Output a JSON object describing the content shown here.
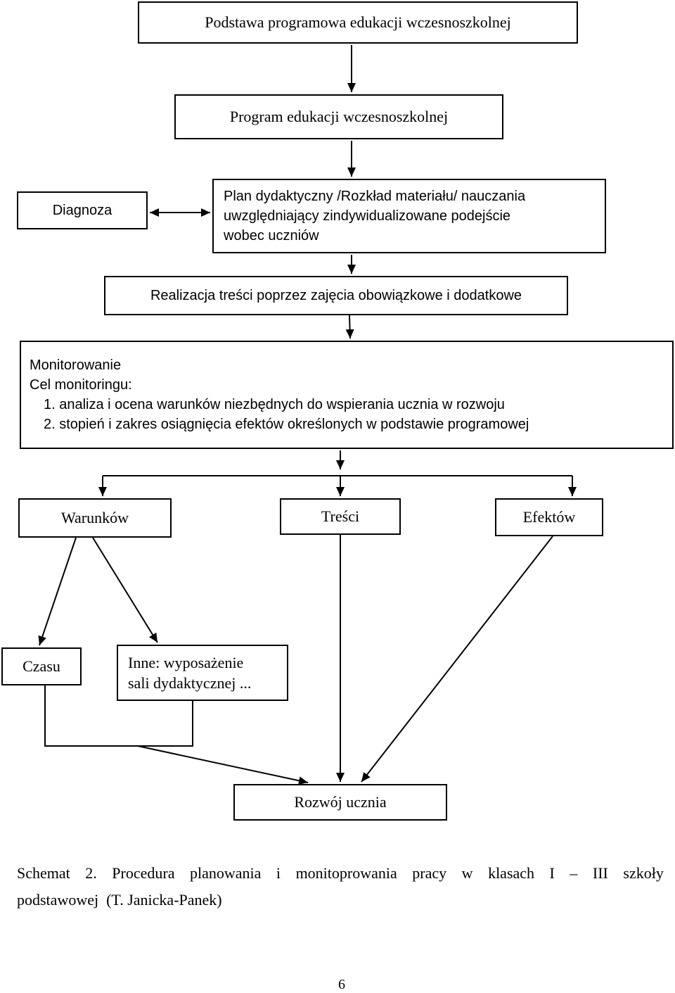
{
  "boxes": {
    "podstawa": "Podstawa programowa edukacji wczesnoszkolnej",
    "program": "Program edukacji wczesnoszkolnej",
    "diagnoza": "Diagnoza",
    "plan": [
      "Plan dydaktyczny /Rozkład materiału/ nauczania",
      "uwzględniający zindywidualizowane podejście",
      "wobec uczniów"
    ],
    "realizacja": "Realizacja treści poprzez zajęcia obowiązkowe i dodatkowe",
    "monitorowanie": {
      "title": "Monitorowanie",
      "subtitle": "Cel monitoringu:",
      "items": [
        "1.  analiza i ocena warunków niezbędnych do wspierania ucznia w rozwoju",
        "2.  stopień i zakres osiągnięcia efektów określonych w podstawie programowej"
      ]
    },
    "warunkow": "Warunków",
    "tresci": "Treści",
    "efektow": "Efektów",
    "czasu": "Czasu",
    "inne": [
      "Inne: wyposażenie",
      "sali dydaktycznej ..."
    ],
    "rozwoj": "Rozwój ucznia"
  },
  "caption": {
    "words": [
      "Schemat",
      "2.",
      "Procedura",
      "planowania",
      "i",
      "monitoprowania",
      "pracy",
      "w",
      "klasach",
      "I",
      "–",
      "III",
      "szkoły"
    ],
    "line2": "podstawowej  (T. Janicka-Panek)"
  },
  "page_number": "6"
}
